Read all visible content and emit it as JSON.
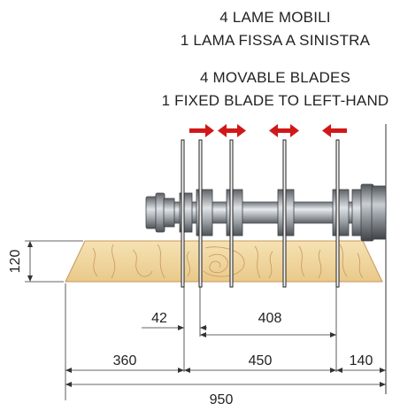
{
  "captions": {
    "italian_line1": "4 LAME MOBILI",
    "italian_line2": "1 LAMA FISSA A SINISTRA",
    "english_line1": "4 MOVABLE BLADES",
    "english_line2": "1 FIXED BLADE TO LEFT-HAND"
  },
  "dimensions": {
    "height": "120",
    "gap": "42",
    "blade_span": "408",
    "left_offcut": "360",
    "blade_zone": "450",
    "right_offcut": "140",
    "total": "950"
  },
  "colors": {
    "arrow": "#d01818",
    "log_fill": "#f0d49a",
    "log_grain": "#c9975a",
    "shaft": "#9aa0a6"
  },
  "icons": {
    "movement_arrows": [
      "arrow-right-icon",
      "arrow-both-icon",
      "arrow-both-icon",
      "arrow-left-icon"
    ]
  }
}
